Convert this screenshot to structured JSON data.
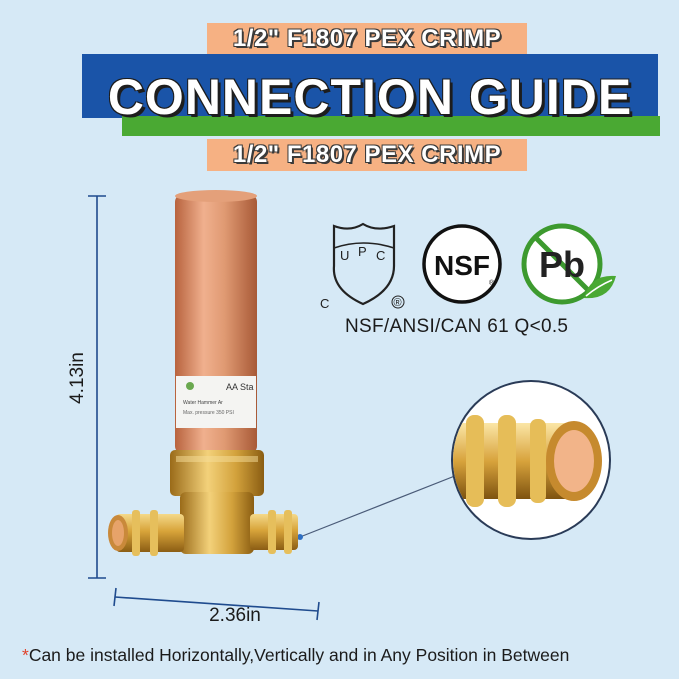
{
  "header": {
    "tag_top": "1/2\" F1807  PEX CRIMP",
    "title": "CONNECTION GUIDE",
    "tag_bottom": "1/2\" F1807  PEX CRIMP"
  },
  "dimensions": {
    "height": "4.13in",
    "width": "2.36in"
  },
  "certifications": {
    "upc": {
      "u": "U",
      "p": "P",
      "c_letter": "C",
      "c_mark": "C",
      "registered": "®"
    },
    "nsf": "NSF",
    "nsf_tm": "®",
    "pb": "Pb",
    "caption": "NSF/ANSI/CAN 61 Q<0.5"
  },
  "product_label": {
    "brand": "AA Sta",
    "line1": "Water Hammer Ar",
    "line2": "Max. pressure 350 PSI"
  },
  "footnote": {
    "star": "*",
    "text": "Can be installed Horizontally,Vertically and in Any Position in Between"
  },
  "colors": {
    "background": "#d6e9f6",
    "banner_blue": "#1a54a8",
    "banner_green": "#4aa933",
    "tag_orange": "#f6b183",
    "copper": "#d98a65",
    "brass": "#d9a63a",
    "pb_green": "#3d9a2f",
    "star_red": "#e0432c"
  },
  "icons": [
    "upc-shield-icon",
    "nsf-circle-icon",
    "lead-free-icon",
    "leaf-icon"
  ]
}
